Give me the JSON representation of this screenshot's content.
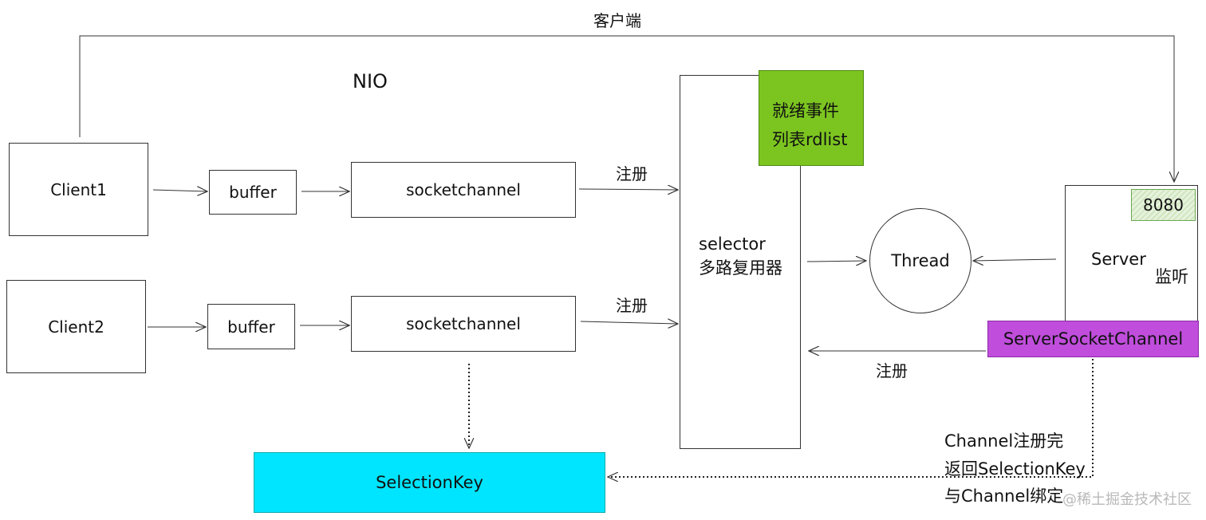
{
  "labels": {
    "client_side": "客户端",
    "nio": "NIO",
    "client1": "Client1",
    "client2": "Client2",
    "buffer1": "buffer",
    "buffer2": "buffer",
    "socketchannel1": "socketchannel",
    "socketchannel2": "socketchannel",
    "register1": "注册",
    "register2": "注册",
    "register3": "注册",
    "selector_line1": "selector",
    "selector_line2": "多路复用器",
    "ready_line1": "就绪事件",
    "ready_line2": "列表rdlist",
    "thread": "Thread",
    "server": "Server",
    "port": "8080",
    "listen": "监听",
    "server_socket_channel": "ServerSocketChannel",
    "selection_key": "SelectionKey",
    "note_line1": "Channel注册完",
    "note_line2": "返回SelectionKey",
    "note_line3": "与Channel绑定",
    "watermark": "@稀土掘金技术社区"
  },
  "colors": {
    "ready_list": "#7cc520",
    "port": "#d9ecc9",
    "server_socket_channel": "#c04ddc",
    "selection_key": "#00e5ff"
  }
}
